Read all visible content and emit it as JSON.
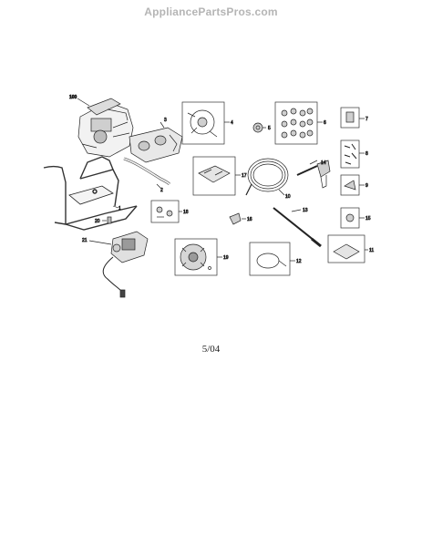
{
  "watermark": "AppliancePartsPros.com",
  "date_code": "5/04",
  "callouts": {
    "c100": "100",
    "c1": "1",
    "c2": "2",
    "c3": "3",
    "c4": "4",
    "c5": "5",
    "c6": "6",
    "c7": "7",
    "c8": "8",
    "c9": "9",
    "c10": "10",
    "c11": "11",
    "c12": "12",
    "c13": "13",
    "c14": "14",
    "c15": "15",
    "c16": "16",
    "c17": "17",
    "c18": "18",
    "c19": "19",
    "c20": "20",
    "c21": "21"
  }
}
